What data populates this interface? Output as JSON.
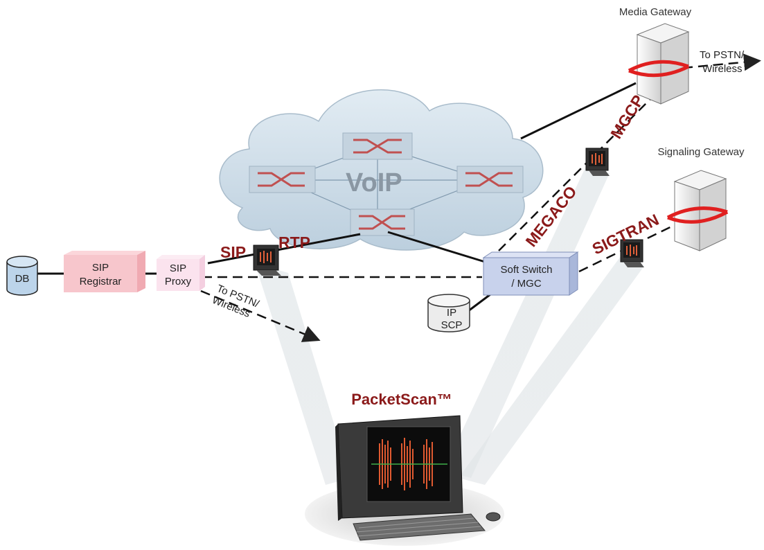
{
  "labels": {
    "media_gateway": "Media Gateway",
    "signaling_gateway": "Signaling Gateway",
    "to_pstn_top_1": "To PSTN/",
    "to_pstn_top_2": "Wireless",
    "voip": "VoIP",
    "db": "DB",
    "sip_registrar_1": "SIP",
    "sip_registrar_2": "Registrar",
    "sip_proxy_1": "SIP",
    "sip_proxy_2": "Proxy",
    "to_pstn_left_1": "To PSTN/",
    "to_pstn_left_2": "Wireless",
    "soft_switch_1": "Soft Switch",
    "soft_switch_2": "/ MGC",
    "ip_scp_1": "IP",
    "ip_scp_2": "SCP",
    "packetscan": "PacketScan™"
  },
  "protocols": {
    "sip": "SIP",
    "rtp": "RTP",
    "mgcp": "MGCP",
    "megaco": "MEGACO",
    "sigtran": "SIGTRAN"
  },
  "colors": {
    "protocol_text": "#8b1a1a",
    "cloud": "#cfdde8",
    "registrar": "#f7c6cc",
    "proxy": "#fbe3ee",
    "soft_switch": "#c8d2ec",
    "db": "#bcd4ea",
    "server": "#e6e6e6",
    "ring": "#e02020"
  }
}
